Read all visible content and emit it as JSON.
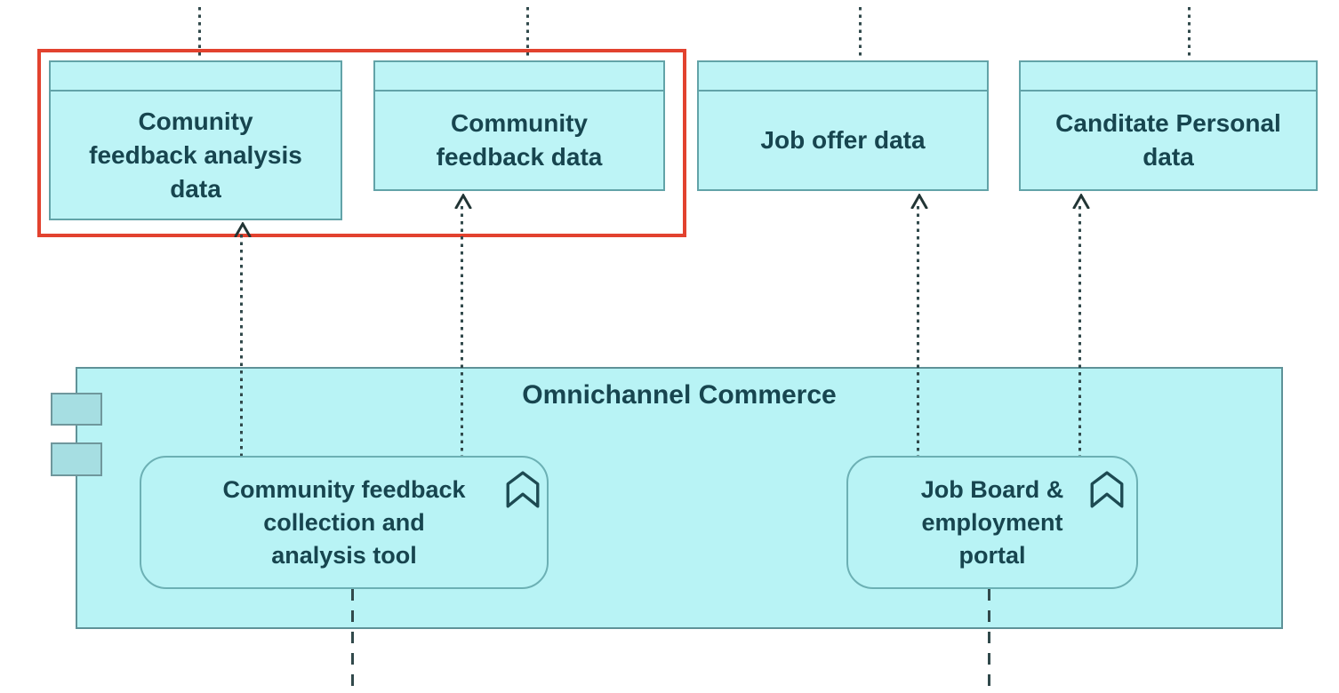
{
  "diagram": {
    "container_component": {
      "label": "Omnichannel Commerce"
    },
    "data_objects": [
      {
        "label": "Comunity\nfeedback analysis\ndata"
      },
      {
        "label": "Community\nfeedback data"
      },
      {
        "label": "Job offer data"
      },
      {
        "label": "Canditate Personal\ndata"
      }
    ],
    "application_components": [
      {
        "label": "Community feedback\ncollection and\nanalysis tool",
        "icon": "bookmark-chevron-icon"
      },
      {
        "label": "Job Board &\nemployment\nportal",
        "icon": "bookmark-chevron-icon"
      }
    ],
    "highlight": {
      "color": "#e2422f",
      "around": [
        "Comunity feedback analysis data",
        "Community feedback data"
      ]
    },
    "connectors": [
      {
        "type": "dotted-arrow",
        "from": "Community feedback collection and analysis tool",
        "to": "Comunity feedback analysis data"
      },
      {
        "type": "dotted-arrow",
        "from": "Community feedback collection and analysis tool",
        "to": "Community feedback data"
      },
      {
        "type": "dotted-arrow",
        "from": "Job Board & employment portal",
        "to": "Job offer data"
      },
      {
        "type": "dotted-arrow",
        "from": "Job Board & employment portal",
        "to": "Canditate Personal data"
      },
      {
        "type": "dotted-stub",
        "from": "Comunity feedback analysis data",
        "to": "offscreen-top"
      },
      {
        "type": "dotted-stub",
        "from": "Community feedback data",
        "to": "offscreen-top"
      },
      {
        "type": "dotted-stub",
        "from": "Job offer data",
        "to": "offscreen-top"
      },
      {
        "type": "dotted-stub",
        "from": "Canditate Personal data",
        "to": "offscreen-top"
      },
      {
        "type": "dashed-line",
        "from": "Community feedback collection and analysis tool",
        "to": "offscreen-bottom"
      },
      {
        "type": "dashed-line",
        "from": "Job Board & employment portal",
        "to": "offscreen-bottom"
      }
    ],
    "colors": {
      "node_fill": "#bdf4f6",
      "node_border": "#62a3a8",
      "container_fill": "#b8f3f5",
      "text": "#17454f",
      "connector": "#31494b",
      "highlight": "#e2422f"
    }
  }
}
